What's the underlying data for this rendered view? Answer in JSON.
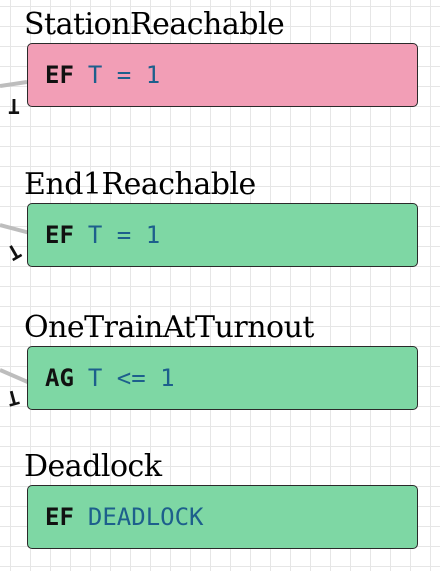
{
  "colors": {
    "failed_bg": "#f29eb6",
    "passed_bg": "#7ed7a4",
    "keyword": "#111111",
    "expression": "#1d5f8c",
    "edge": "#bdbdbd"
  },
  "edge_label": "T",
  "queries": [
    {
      "name": "StationReachable",
      "keyword": "EF",
      "expression": "T = 1",
      "status": "failed"
    },
    {
      "name": "End1Reachable",
      "keyword": "EF",
      "expression": "T = 1",
      "status": "passed"
    },
    {
      "name": "OneTrainAtTurnout",
      "keyword": "AG",
      "expression": "T <= 1",
      "status": "passed"
    },
    {
      "name": "Deadlock",
      "keyword": "EF",
      "expression": "DEADLOCK",
      "status": "passed"
    }
  ]
}
